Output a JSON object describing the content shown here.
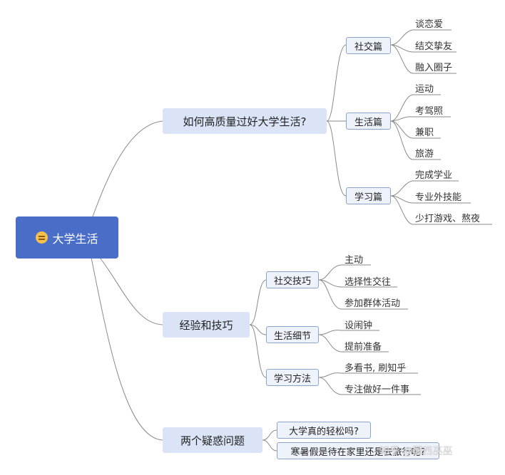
{
  "root": {
    "label": "大学生活",
    "icon": "smiley-face-icon"
  },
  "branches": [
    {
      "label": "如何高质量过好大学生活?",
      "children": [
        {
          "label": "社交篇",
          "leaves": [
            "谈恋爱",
            "结交挚友",
            "融入圈子"
          ]
        },
        {
          "label": "生活篇",
          "leaves": [
            "运动",
            "考驾照",
            "兼职",
            "旅游"
          ]
        },
        {
          "label": "学习篇",
          "leaves": [
            "完成学业",
            "专业外技能",
            "少打游戏、熬夜"
          ]
        }
      ]
    },
    {
      "label": "经验和技巧",
      "children": [
        {
          "label": "社交技巧",
          "leaves": [
            "主动",
            "选择性交往",
            "参加群体活动"
          ]
        },
        {
          "label": "生活细节",
          "leaves": [
            "设闹钟",
            "提前准备"
          ]
        },
        {
          "label": "学习方法",
          "leaves": [
            "多看书, 刷知乎",
            "专注做好一件事"
          ]
        }
      ]
    },
    {
      "label": "两个疑惑问题",
      "children": [
        {
          "label": "大学真的轻松吗?",
          "leaves": []
        },
        {
          "label": "寒暑假是待在家里还是去旅行呢?",
          "leaves": []
        }
      ]
    }
  ],
  "watermark": {
    "text": "知乎 @蘸西巫巫"
  },
  "colors": {
    "root_bg": "#4a6ec7",
    "main_bg": "#dbe4f7",
    "line": "#8a8a8a"
  }
}
